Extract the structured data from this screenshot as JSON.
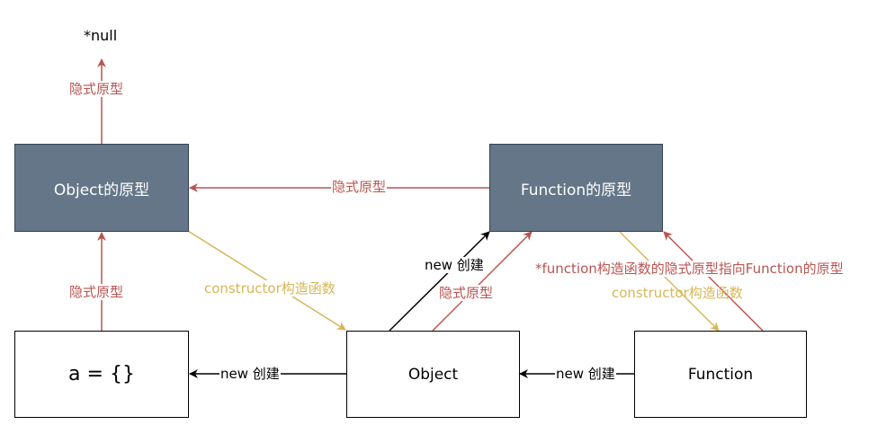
{
  "nodes": {
    "null": "*null",
    "object_proto": "Object的原型",
    "function_proto": "Function的原型",
    "a_obj": "a = {}",
    "object": "Object",
    "function": "Function"
  },
  "edges": {
    "object_proto_to_null": "隐式原型",
    "function_proto_to_object_proto": "隐式原型",
    "a_to_object_proto": "隐式原型",
    "object_proto_constructor": "constructor构造函数",
    "object_new_a": "new 创建",
    "function_new_object": "new 创建",
    "object_new_function_proto": "new 创建",
    "object_to_function_proto": "隐式原型",
    "function_proto_constructor": "constructor构造函数",
    "function_to_function_proto": "*function构造函数的隐式原型指向Function的原型"
  },
  "colors": {
    "red_edge": "#b85450",
    "gold_edge": "#d6b656",
    "black_edge": "#000000",
    "dark_node_fill": "#647687",
    "dark_node_border": "#314354"
  }
}
